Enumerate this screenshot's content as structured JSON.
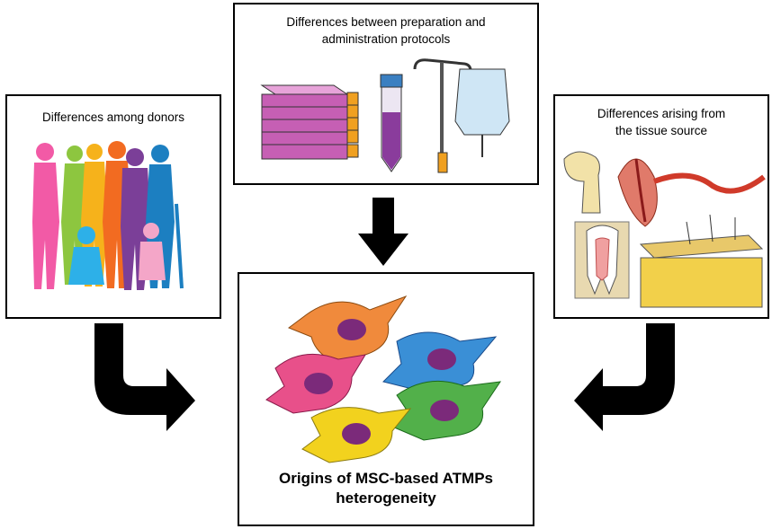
{
  "boxes": {
    "donors": {
      "label": "Differences among donors"
    },
    "protocols": {
      "label_line1": "Differences between preparation and",
      "label_line2": "administration protocols"
    },
    "tissue": {
      "label_line1": "Differences arising from",
      "label_line2": "the tissue source"
    },
    "center": {
      "title_line1": "Origins of MSC-based ATMPs",
      "title_line2": "heterogeneity"
    }
  },
  "colors": {
    "arrow": "#000000",
    "people": [
      "#f25aa6",
      "#8dc63f",
      "#f6b21b",
      "#f26b21",
      "#7b3f98",
      "#1c7fc1",
      "#2db0e8",
      "#f4a6c8"
    ],
    "cells": [
      "#f08a3c",
      "#3a8fd6",
      "#e8508a",
      "#52b04a",
      "#f2d21e"
    ],
    "nucleus": "#7b2a7a",
    "flask": "#c65fb4",
    "tube_liquid": "#8a3c9c",
    "skin": "#f2d04a",
    "bone": "#f2e2a8",
    "vessel": "#d03a2a"
  }
}
